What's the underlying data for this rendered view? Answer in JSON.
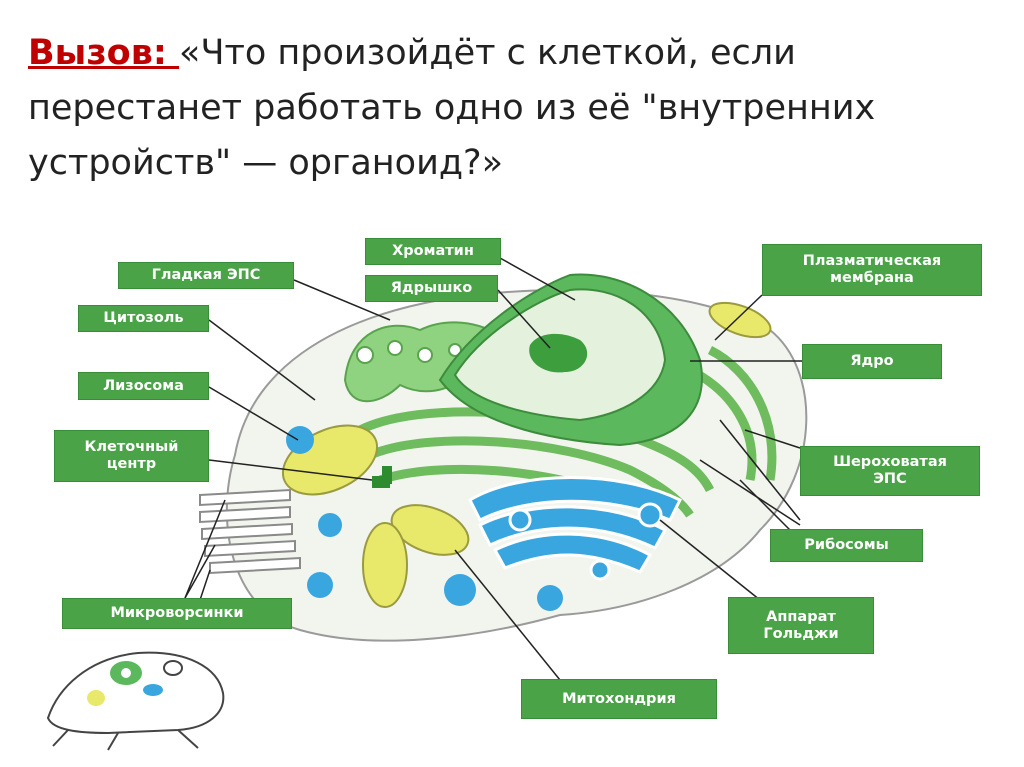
{
  "heading": {
    "prefix": "Вызов: ",
    "question": "«Что произойдёт с клеткой, если перестанет работать одно из её \"внутренних устройств\" — органоид?»"
  },
  "labels": {
    "chromatin": "Хроматин",
    "smooth_er": "Гладкая ЭПС",
    "nucleolus": "Ядрышко",
    "cytosol": "Цитозоль",
    "lysosome": "Лизосома",
    "cell_center": "Клеточный\nцентр",
    "microvilli": "Микроворсинки",
    "plasma_membrane": "Плазматическая\nмембрана",
    "nucleus": "Ядро",
    "rough_er": "Шероховатая\nЭПС",
    "ribosomes": "Рибосомы",
    "golgi": "Аппарат\nГольджи",
    "mitochondrion": "Митохондрия"
  },
  "colors": {
    "label_bg": "#4aa447",
    "heading_prefix": "#c00000",
    "nucleus_green": "#5cb85c",
    "er_green": "#8fd27f",
    "golgi_blue": "#3aa6e0",
    "mito_yellow": "#e8e86a",
    "cell_fill": "#f2f5ee"
  },
  "icons": {
    "corner": "frog-icon"
  }
}
